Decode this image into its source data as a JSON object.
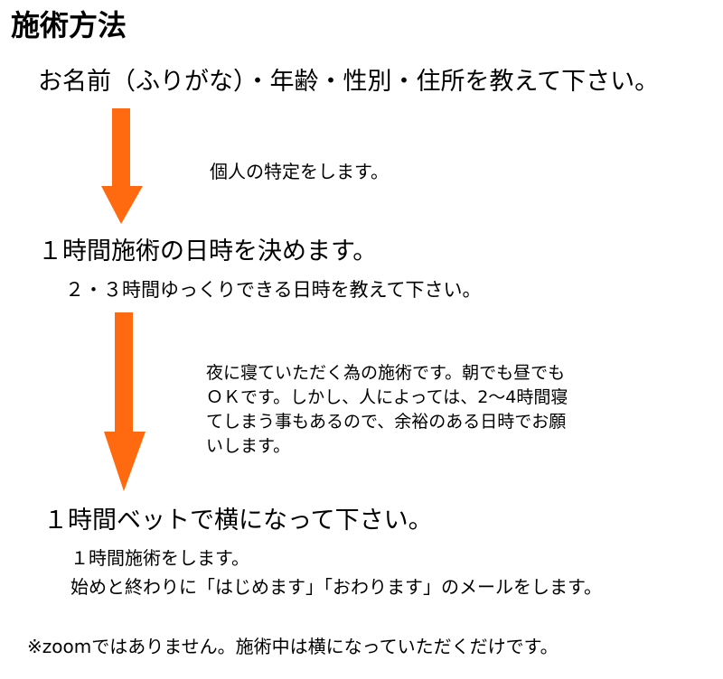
{
  "title": "施術方法",
  "colors": {
    "arrow": "#FF6A10",
    "text": "#000000"
  },
  "steps": [
    {
      "heading": "お名前（ふりがな）・年齢・性別・住所を教えて下さい。",
      "note": "個人の特定をします。"
    },
    {
      "heading": "１時間施術の日時を決めます。",
      "sub": "２・３時間ゆっくりできる日時を教えて下さい。",
      "note_lines": [
        "夜に寝ていただく為の施術です。朝でも昼でも",
        "ＯＫです。しかし、人によっては、2～4時間寝",
        "てしまう事もあるので、余裕のある日時でお願",
        "いします。"
      ]
    },
    {
      "heading": "１時間ベットで横になって下さい。",
      "sub_lines": [
        "１時間施術をします。",
        "始めと終わりに「はじめます」「おわります」のメールをします。"
      ]
    }
  ],
  "footnote": "※zoomではありません。施術中は横になっていただくだけです。"
}
